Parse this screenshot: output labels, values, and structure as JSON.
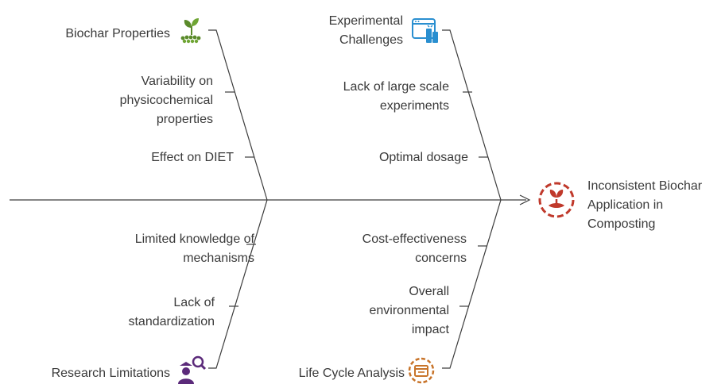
{
  "effect": {
    "label": "Inconsistent Biochar\nApplication in\nComposting",
    "icon": "sprout-circle-icon",
    "color": "#c0392b"
  },
  "categories": {
    "biochar_properties": {
      "label": "Biochar Properties",
      "icon": "seedling-soil-icon",
      "color": "#5a8a2a"
    },
    "experimental_challenges": {
      "label": "Experimental\nChallenges",
      "icon": "lab-window-icon",
      "color": "#2a8fd0"
    },
    "research_limitations": {
      "label": "Research Limitations",
      "icon": "researcher-magnifier-icon",
      "color": "#5b2a7a"
    },
    "life_cycle_analysis": {
      "label": "Life Cycle Analysis",
      "icon": "recycle-box-icon",
      "color": "#c8742a"
    }
  },
  "causes": {
    "variability": "Variability on\nphysicochemical\nproperties",
    "diet": "Effect on DIET",
    "large_scale": "Lack of large scale\nexperiments",
    "dosage": "Optimal dosage",
    "mechanisms": "Limited knowledge of\nmechanisms",
    "standardization": "Lack of\nstandardization",
    "cost": "Cost-effectiveness\nconcerns",
    "environmental": "Overall\nenvironmental\nimpact"
  }
}
